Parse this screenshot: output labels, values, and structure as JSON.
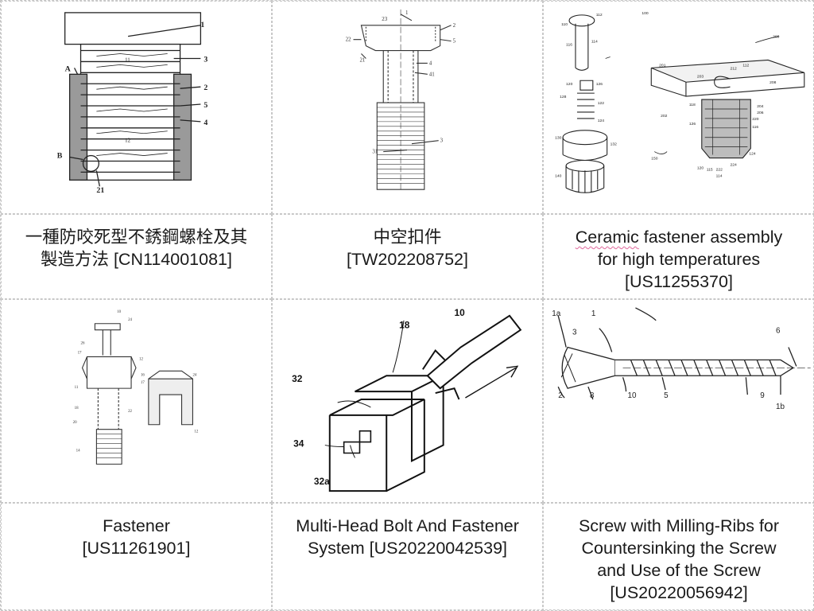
{
  "figures": [
    {
      "lines": [
        "一種防咬死型不銹鋼螺栓及其",
        "製造方法 [CN114001081]"
      ],
      "labels": [
        "1",
        "3",
        "A",
        "2",
        "5",
        "4",
        "B",
        "21",
        "11",
        "12"
      ]
    },
    {
      "lines": [
        "中空扣件",
        "[TW202208752]"
      ],
      "labels": [
        "1",
        "23",
        "2",
        "22",
        "5",
        "21",
        "4",
        "41",
        "3",
        "31"
      ]
    },
    {
      "lines": [
        "Ceramic fastener assembly",
        "for high temperatures",
        "[US11255370]"
      ],
      "spell_word": "Ceramic",
      "labels": [
        "110",
        "112",
        "100",
        "116",
        "114",
        "200",
        "201",
        "212",
        "112",
        "208",
        "203",
        "120",
        "126",
        "128",
        "122",
        "124",
        "202",
        "118",
        "204",
        "206",
        "130",
        "132",
        "220",
        "126",
        "116",
        "140",
        "150",
        "124",
        "120",
        "115",
        "222",
        "224",
        "114"
      ]
    },
    {
      "lines": [
        "Fastener",
        "[US11261901]"
      ],
      "labels": [
        "10",
        "24",
        "26",
        "12",
        "17",
        "16",
        "17",
        "11",
        "18",
        "22",
        "20",
        "14",
        "24",
        "12"
      ]
    },
    {
      "lines": [
        "Multi-Head Bolt And Fastener",
        "System [US20220042539]"
      ],
      "labels": [
        "10",
        "18",
        "32",
        "34",
        "32a"
      ]
    },
    {
      "lines": [
        "Screw with Milling-Ribs for",
        "Countersinking the Screw",
        "and Use of the Screw",
        "[US20220056942]"
      ],
      "labels": [
        "1a",
        "1",
        "3",
        "2",
        "8",
        "10",
        "5",
        "9",
        "6",
        "1b"
      ]
    }
  ]
}
